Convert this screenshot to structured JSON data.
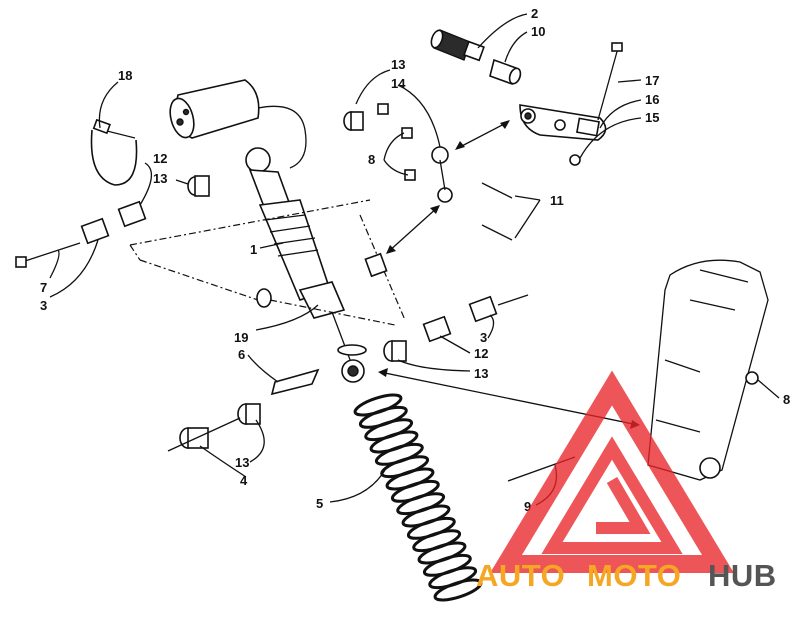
{
  "callouts": {
    "c2": "2",
    "c10": "10",
    "c17": "17",
    "c16": "16",
    "c15": "15",
    "c18": "18",
    "c13a": "13",
    "c14": "14",
    "c12a": "12",
    "c13b": "13",
    "c8a": "8",
    "c11": "11",
    "c1": "1",
    "c7": "7",
    "c3a": "3",
    "c19": "19",
    "c6": "6",
    "c3b": "3",
    "c12b": "12",
    "c13c": "13",
    "c13d": "13",
    "c4": "4",
    "c5": "5",
    "c8b": "8",
    "c9": "9"
  },
  "watermark": {
    "word1": "AUTO",
    "word2": "MOTO",
    "word3": "HUB",
    "colors": {
      "red": "#e8262a",
      "orange": "#f5a623",
      "gray": "#555555"
    }
  }
}
